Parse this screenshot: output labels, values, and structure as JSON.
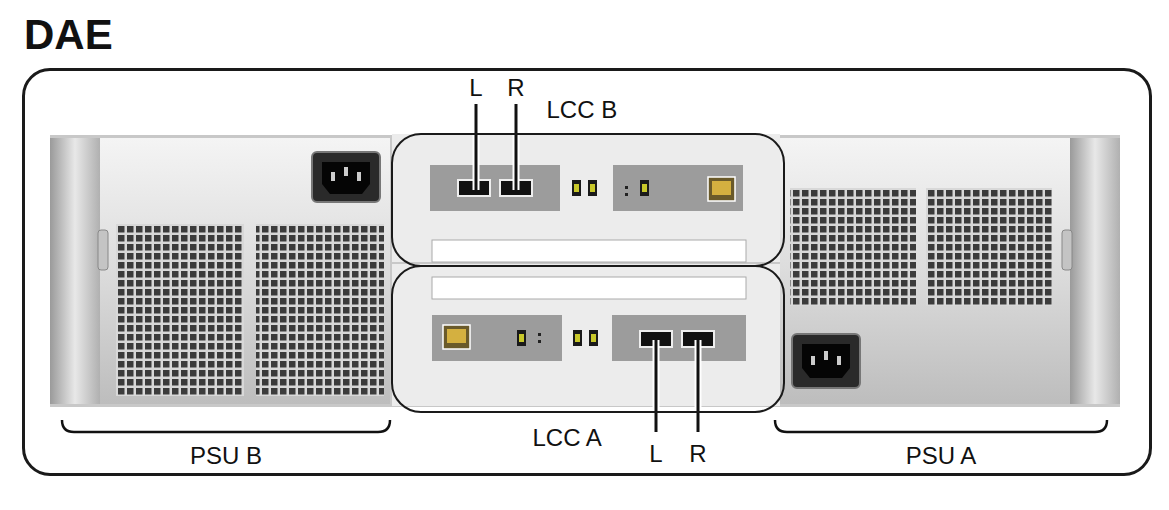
{
  "diagram": {
    "nodes": [
      {
        "text": [
          "DAE"
        ]
      },
      {
        "text": [
          "LCC B"
        ],
        "in": 0
      },
      {
        "text": [
          "LCC A"
        ],
        "in": 0
      }
    ],
    "labels": [
      "L",
      "R",
      "L",
      "R",
      "PSU B",
      "PSU A"
    ]
  }
}
